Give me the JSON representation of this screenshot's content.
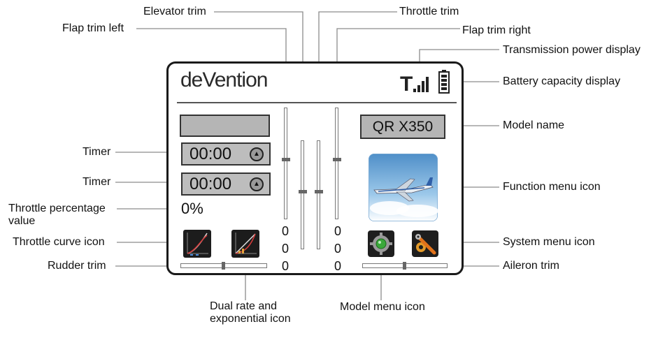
{
  "screen": {
    "logo": "deVention",
    "power_glyph": "T",
    "model_name": "QR X350",
    "timer1": "00:00",
    "timer2": "00:00",
    "throttle_percent": "0%",
    "values_left": [
      "0",
      "0",
      "0"
    ],
    "values_right": [
      "0",
      "0",
      "0"
    ],
    "rudder_trim_level": 0.5,
    "aileron_trim_level": 0.5,
    "flap_trim_left_level": 0.5,
    "elevator_trim_level": 0.5,
    "throttle_trim_level": 0.5,
    "flap_trim_right_level": 0.5
  },
  "callouts": {
    "elevator_trim": "Elevator trim",
    "throttle_trim": "Throttle trim",
    "flap_trim_left": "Flap trim left",
    "flap_trim_right": "Flap trim right",
    "transmission_power": "Transmission power display",
    "battery_capacity": "Battery capacity display",
    "model_name": "Model name",
    "timer1": "Timer",
    "timer2": "Timer",
    "function_menu": "Function menu icon",
    "throttle_percentage": "Throttle percentage value",
    "throttle_curve": "Throttle curve icon",
    "system_menu": "System menu icon",
    "rudder_trim": "Rudder trim",
    "aileron_trim": "Aileron trim",
    "dual_rate": "Dual rate and exponential icon",
    "model_menu": "Model menu icon"
  },
  "colors": {
    "screen_border": "#1a1a1a",
    "box_fill": "#b5b5b5",
    "leader": "#8c8c8c",
    "sky": "#6aa6d6"
  }
}
